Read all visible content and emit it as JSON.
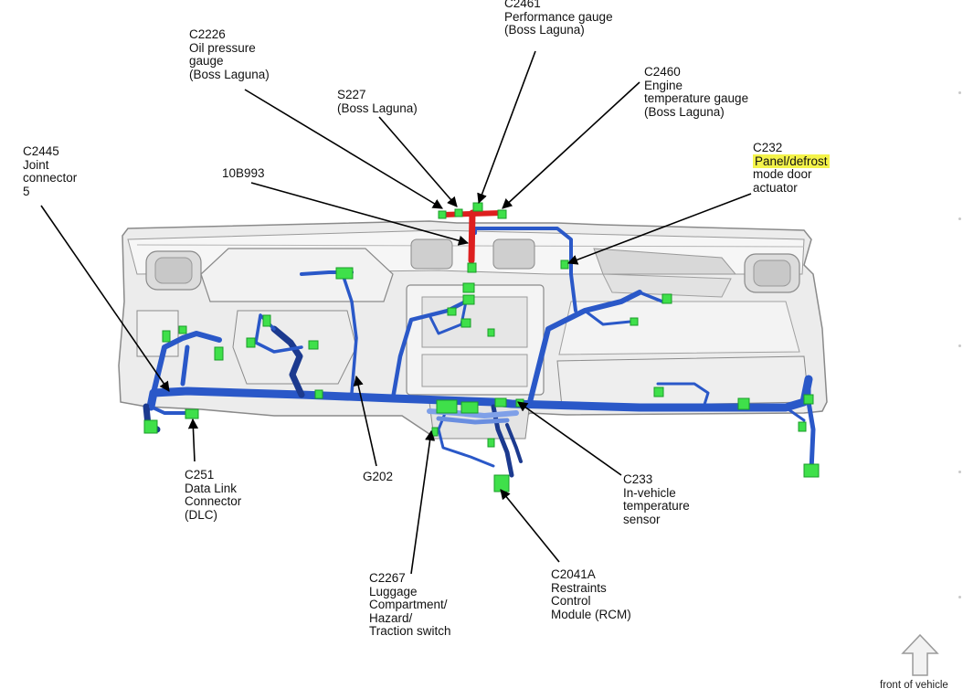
{
  "callouts": {
    "c2461": {
      "lines": [
        "C2461",
        "Performance gauge",
        "(Boss Laguna)"
      ]
    },
    "c2226": {
      "lines": [
        "C2226",
        "Oil pressure",
        "gauge",
        "(Boss Laguna)"
      ]
    },
    "s227": {
      "lines": [
        "S227",
        "(Boss Laguna)"
      ]
    },
    "c2460": {
      "lines": [
        "C2460",
        "Engine",
        "temperature gauge",
        "(Boss Laguna)"
      ]
    },
    "c2445": {
      "lines": [
        "C2445",
        "Joint",
        "connector",
        "5"
      ]
    },
    "c232": {
      "lines": [
        "C232",
        "Panel/defrost",
        "mode door",
        "actuator"
      ],
      "highlighted_line": "Panel/defrost"
    },
    "b10993": {
      "lines": [
        "10B993"
      ]
    },
    "c251": {
      "lines": [
        "C251",
        "Data Link",
        "Connector",
        "(DLC)"
      ]
    },
    "g202": {
      "lines": [
        "G202"
      ]
    },
    "c233": {
      "lines": [
        "C233",
        "In-vehicle",
        "temperature",
        "sensor"
      ]
    },
    "c2267": {
      "lines": [
        "C2267",
        "Luggage",
        "Compartment/",
        "Hazard/",
        "Traction switch"
      ]
    },
    "c2041a": {
      "lines": [
        "C2041A",
        "Restraints",
        "Control",
        "Module (RCM)"
      ]
    }
  },
  "front_indicator": {
    "label": "front of vehicle"
  },
  "colors": {
    "harness_blue": "#2a58c8",
    "harness_dark": "#1c3a8f",
    "red_harness": "#dd1f1f",
    "connector_green": "#3fe04a",
    "highlight": "#f4f34a",
    "panel_stroke": "#8a8a8a",
    "panel_fill": "#ececec"
  }
}
